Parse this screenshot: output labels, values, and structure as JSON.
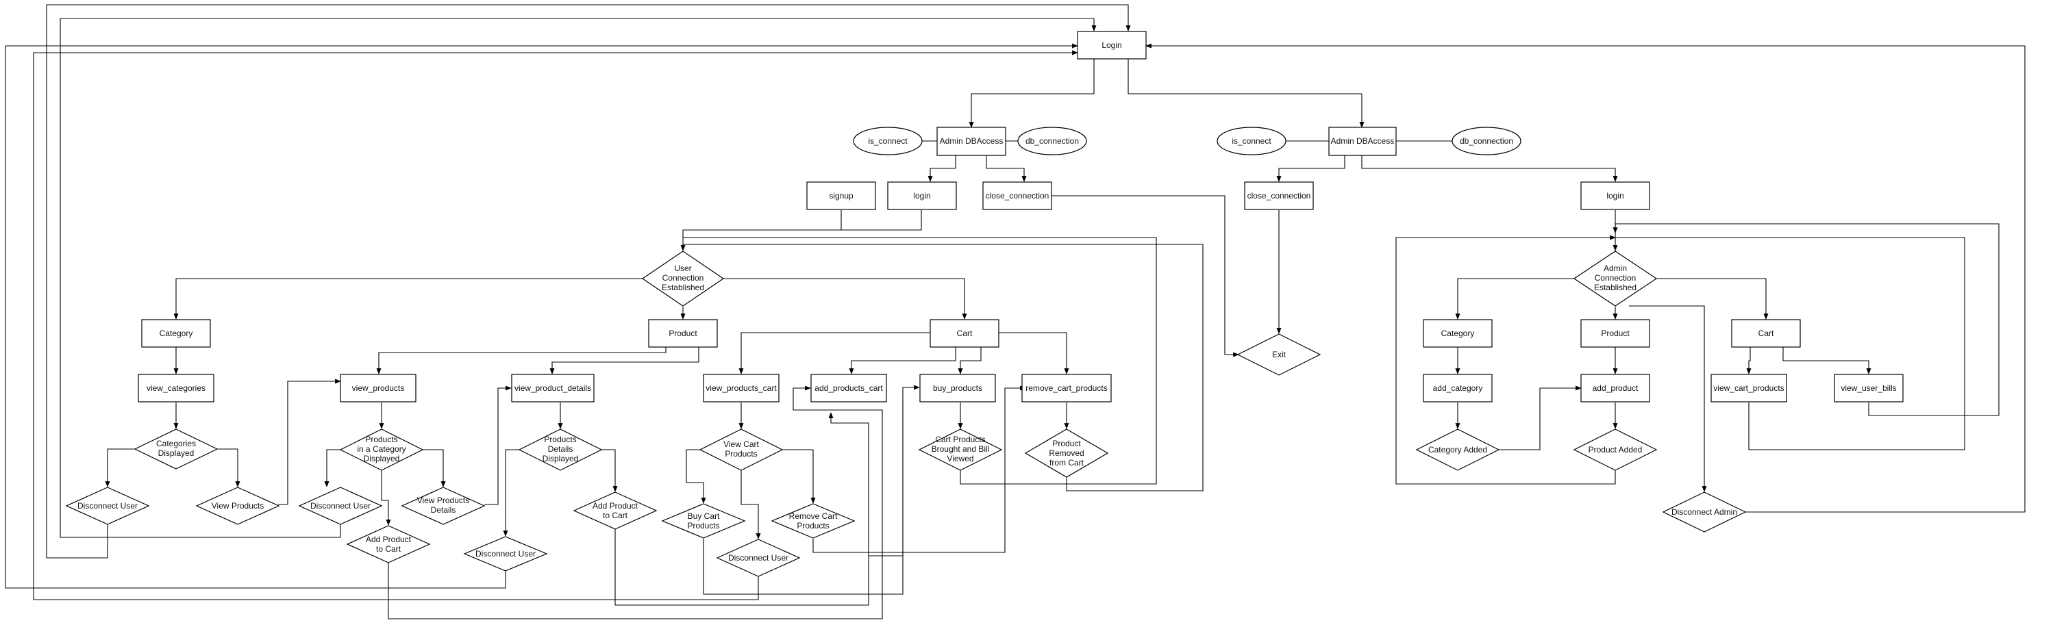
{
  "colors": {
    "line": "#000000",
    "fill": "#ffffff",
    "text": "#111111"
  },
  "nodes": {
    "login_top": "Login",
    "ua_dbaccess": "Admin DBAccess",
    "ua_is_connect": "is_connect",
    "ua_db_connection": "db_connection",
    "signup": "signup",
    "ua_login": "login",
    "ua_close": "close_connection",
    "user_conn": [
      "User",
      "Connection",
      "Established"
    ],
    "u_category": "Category",
    "u_product": "Product",
    "u_cart": "Cart",
    "view_categories": "view_categories",
    "view_products": "view_products",
    "view_product_details": "view_product_details",
    "view_products_cart": "view_products_cart",
    "add_products_cart": "add_products_cart",
    "buy_products": "buy_products",
    "remove_cart_products": "remove_cart_products",
    "cat_displayed": [
      "Categories",
      "Displayed"
    ],
    "prod_in_cat": [
      "Products",
      "in a Category",
      "Displayed"
    ],
    "prod_details_disp": [
      "Products",
      "Details",
      "Displayed"
    ],
    "view_cart_prod": [
      "View Cart",
      "Products"
    ],
    "cart_bought": [
      "Cart Products",
      "Brought and Bill",
      "Viewed"
    ],
    "prod_removed": [
      "Product",
      "Removed",
      "from Cart"
    ],
    "disc_user_1": "Disconnect User",
    "view_products_d": "View Products",
    "disc_user_2": "Disconnect User",
    "view_prod_details_d": [
      "View Products",
      "Details"
    ],
    "add_prod_to_cart_1": [
      "Add Product",
      "to Cart"
    ],
    "disc_user_3": "Disconnect User",
    "add_prod_to_cart_2": [
      "Add Product",
      "to Cart"
    ],
    "buy_cart_prod": [
      "Buy Cart",
      "Products"
    ],
    "remove_cart_prod": [
      "Remove Cart",
      "Products"
    ],
    "disc_user_4": "Disconnect User",
    "exit": "Exit",
    "ad_dbaccess": "Admin DBAccess",
    "ad_is_connect": "is_connect",
    "ad_db_connection": "db_connection",
    "ad_close": "close_connection",
    "ad_login": "login",
    "admin_conn": [
      "Admin",
      "Connection",
      "Established"
    ],
    "a_category": "Category",
    "a_product": "Product",
    "a_cart": "Cart",
    "add_category": "add_category",
    "add_product": "add_product",
    "view_cart_products": "view_cart_products",
    "view_user_bills": "view_user_bills",
    "category_added": "Category Added",
    "product_added": "Product Added",
    "disc_admin": "Disconnect Admin"
  }
}
